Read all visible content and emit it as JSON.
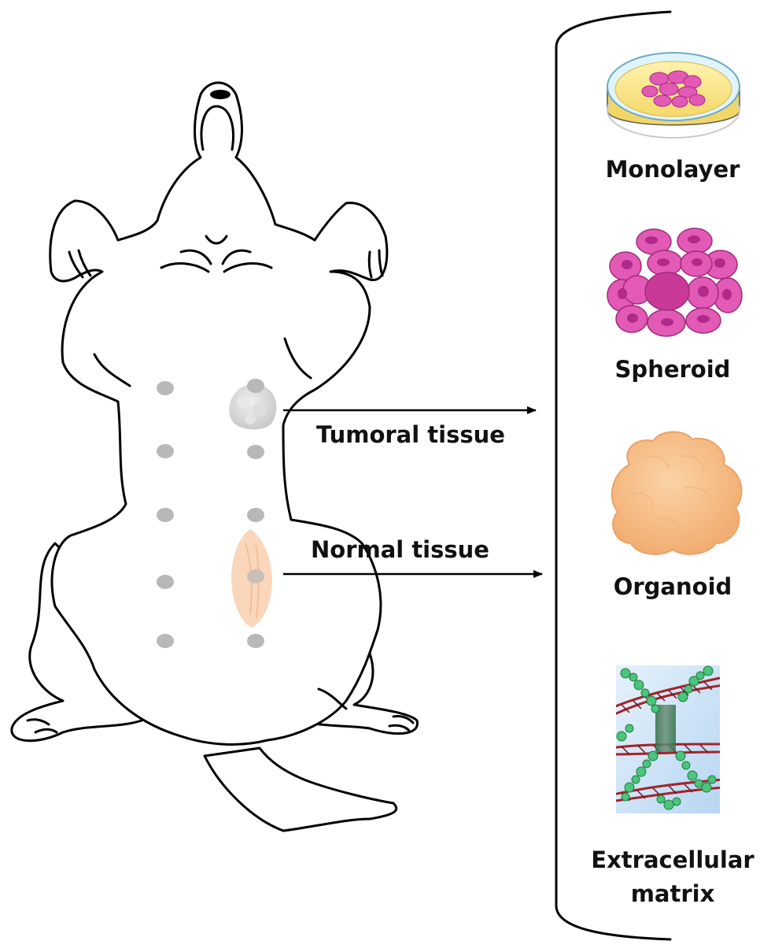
{
  "tissues": {
    "tumoral": "Tumoral tissue",
    "normal": "Normal tissue"
  },
  "models": [
    {
      "id": "monolayer",
      "label": "Monolayer"
    },
    {
      "id": "spheroid",
      "label": "Spheroid"
    },
    {
      "id": "organoid",
      "label": "Organoid"
    },
    {
      "id": "ecm",
      "label_line1": "Extracellular",
      "label_line2": "matrix"
    }
  ],
  "colors": {
    "outline": "#000000",
    "mammary_gland": "#b3b3b3",
    "tumor": "#d6d6d6",
    "normal_tissue": "#f9d0b0",
    "cell_magenta": "#e25ab5",
    "cell_nucleus": "#b02a8a",
    "dish_medium": "#fbe98c",
    "organoid": "#f8c08a",
    "collagen": "#a3232a",
    "ecm_bead": "#3fc06a",
    "ecm_background": "#cfe4f7"
  }
}
